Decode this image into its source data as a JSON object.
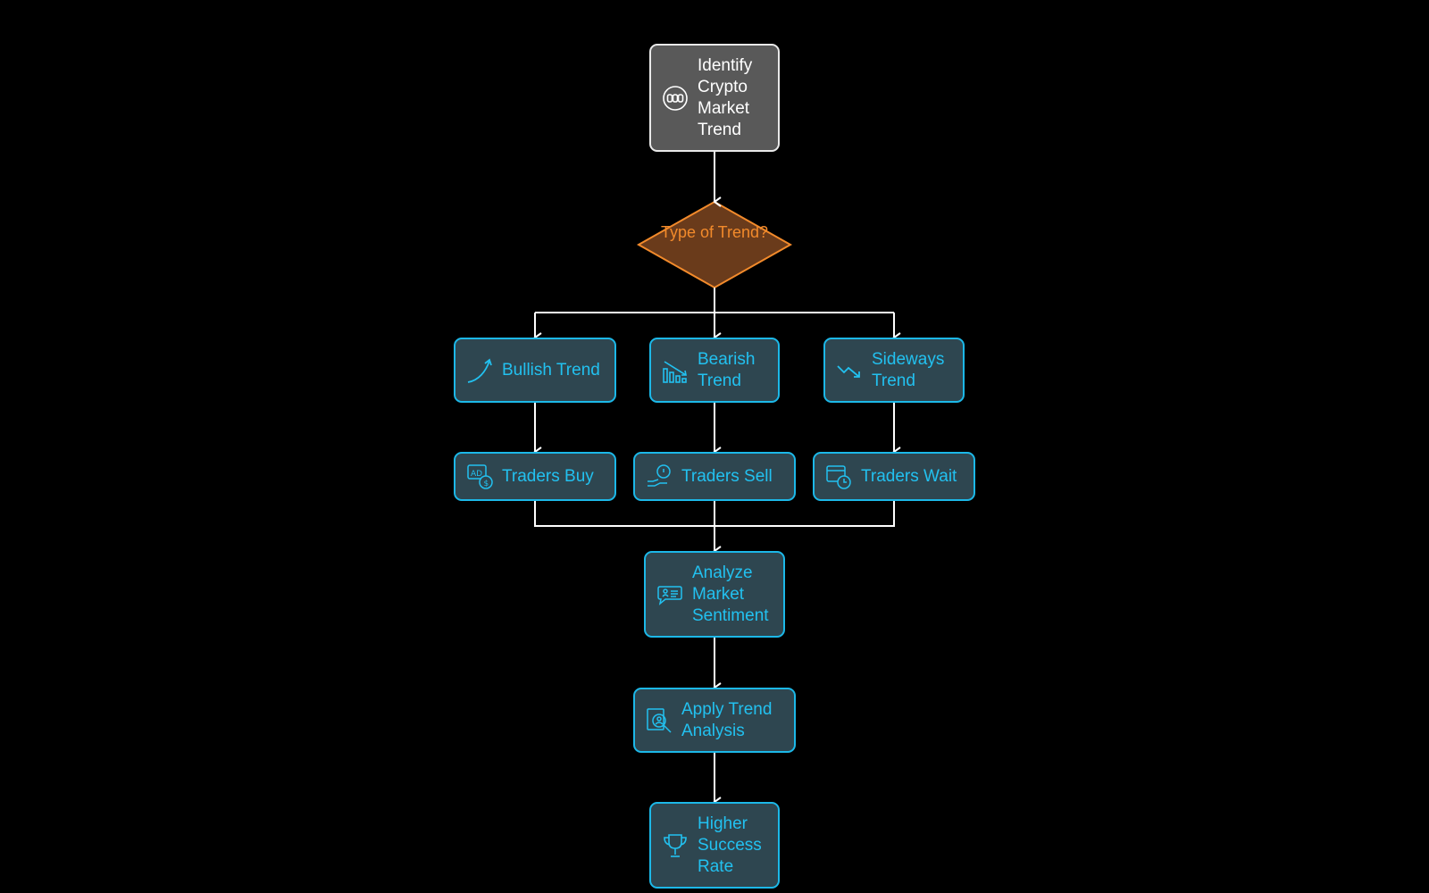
{
  "diagram": {
    "start": {
      "label": "Identify Crypto Market Trend",
      "icon": "coins-icon"
    },
    "decision": {
      "label": "Type of Trend?"
    },
    "trends": [
      {
        "label": "Bullish Trend",
        "icon": "rising-curve-icon"
      },
      {
        "label": "Bearish Trend",
        "icon": "declining-bars-icon"
      },
      {
        "label": "Sideways Trend",
        "icon": "downtrend-arrow-icon"
      }
    ],
    "actions": [
      {
        "label": "Traders Buy",
        "icon": "ad-dollar-icon"
      },
      {
        "label": "Traders Sell",
        "icon": "hand-coin-icon"
      },
      {
        "label": "Traders Wait",
        "icon": "browser-clock-icon"
      }
    ],
    "sentiment": {
      "label": "Analyze Market Sentiment",
      "icon": "chat-bubble-icon"
    },
    "analysis": {
      "label": "Apply Trend Analysis",
      "icon": "magnify-document-icon"
    },
    "result": {
      "label": "Higher Success Rate",
      "icon": "trophy-icon"
    }
  },
  "colors": {
    "background": "#000000",
    "node_fill": "#2e4650",
    "node_border": "#1cb8e8",
    "node_text": "#22c1f0",
    "start_fill": "#595959",
    "start_border": "#e9e9e9",
    "decision_fill": "#6a3b1b",
    "decision_border": "#f28a2b",
    "decision_text": "#f28a2b",
    "connector": "#ffffff"
  }
}
